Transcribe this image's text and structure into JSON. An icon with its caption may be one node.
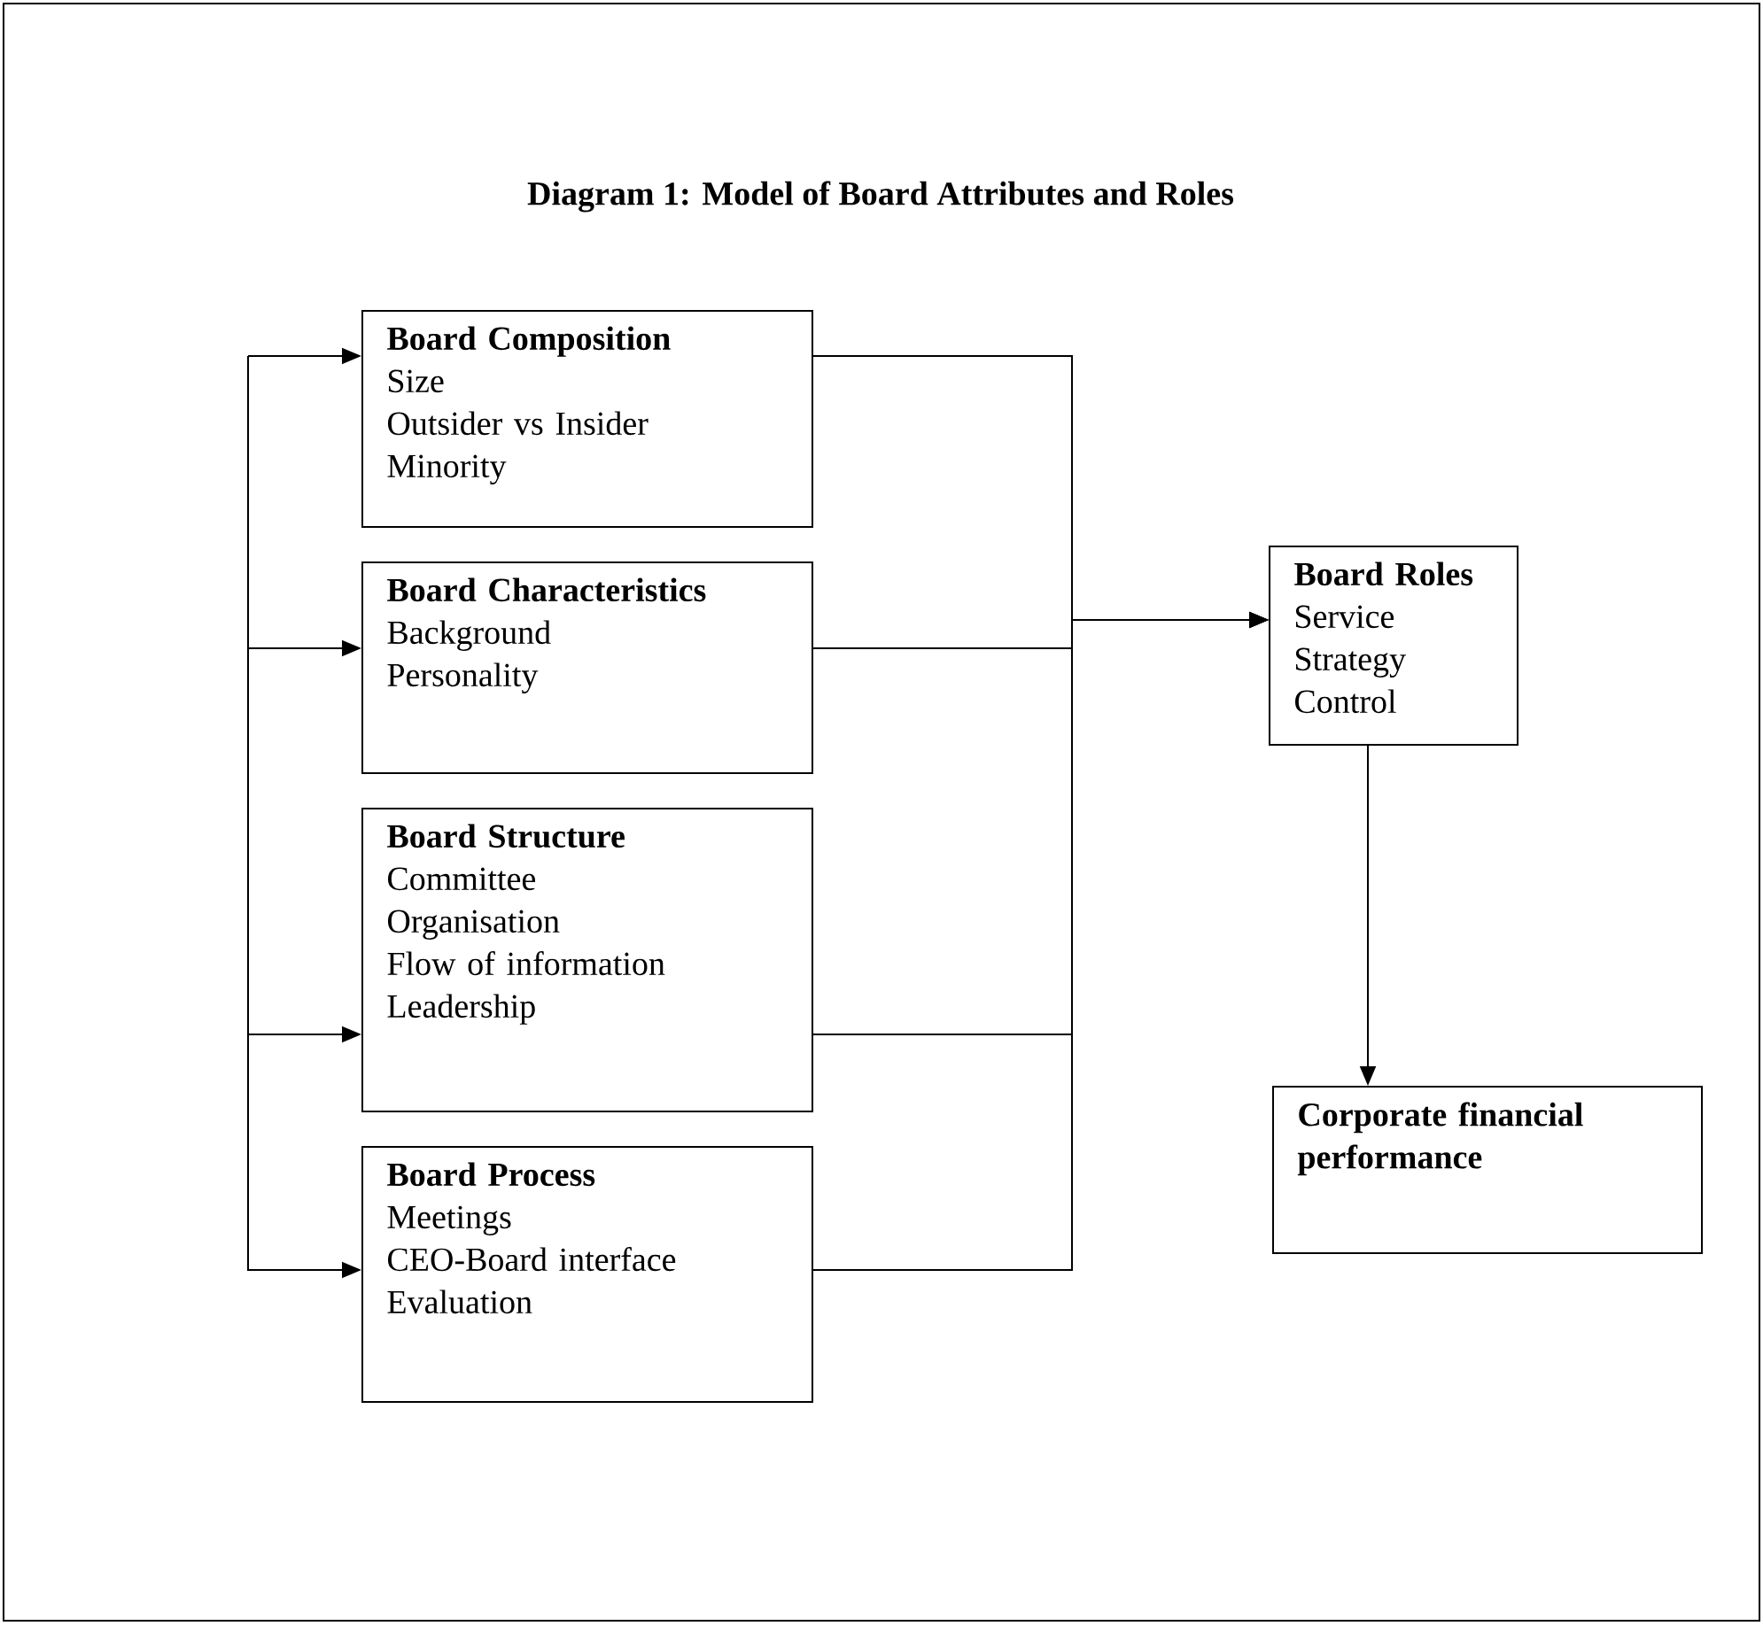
{
  "diagram": {
    "title": "Diagram 1: Model of Board Attributes and Roles",
    "nodes": [
      {
        "text": [
          "Board Composition",
          "Size",
          "Outsider vs Insider",
          "Minority"
        ]
      },
      {
        "text": [
          "Board Characteristics",
          "Background",
          "Personality"
        ]
      },
      {
        "text": [
          "Board Structure",
          "Committee",
          "Organisation",
          "Flow of information",
          "Leadership"
        ]
      },
      {
        "text": [
          "Board Process",
          "Meetings",
          "CEO-Board interface",
          "Evaluation"
        ]
      },
      {
        "text": [
          "Board Roles",
          "Service",
          "Strategy",
          "Control"
        ]
      },
      {
        "text": [
          "Corporate financial performance"
        ]
      }
    ],
    "edges": [
      {
        "from": null,
        "to": 0,
        "arrow": "to"
      },
      {
        "from": null,
        "to": 1,
        "arrow": "to"
      },
      {
        "from": null,
        "to": 2,
        "arrow": "to"
      },
      {
        "from": null,
        "to": 3,
        "arrow": "to"
      },
      {
        "from": 0,
        "to": 4,
        "arrow": "to"
      },
      {
        "from": 1,
        "to": 4,
        "arrow": "to"
      },
      {
        "from": 2,
        "to": 4,
        "arrow": "to"
      },
      {
        "from": 3,
        "to": 4,
        "arrow": "to"
      },
      {
        "from": 4,
        "to": 5,
        "arrow": "to"
      }
    ]
  }
}
